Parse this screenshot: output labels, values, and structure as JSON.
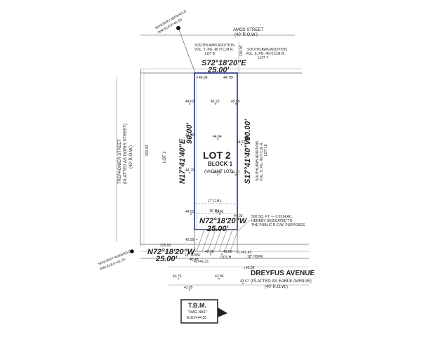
{
  "streets": {
    "amos_name": "AMOS STREET",
    "amos_row": "(40' R.O.W.)",
    "dreyfus_name": "DREYFUS AVENUE",
    "dreyfus_note": "(PLATTED AS EARLE AVENUE)",
    "dreyfus_row": "(40' R.O.W.)",
    "trepagnier_name": "TREPAGNIER STREET",
    "trepagnier_note": "(PLATTED AS DORIS STREET)",
    "trepagnier_row": "(40' R.O.W.)",
    "trepagnier_len": "200.00'"
  },
  "adjacent": {
    "lot8": [
      "SOUTHLAWN ADDITION",
      "VOL. 5, PG. 46 H.C.M.R.",
      "LOT 8"
    ],
    "lot7": [
      "SOUTHLAWN ADDITION",
      "VOL. 5, PG. 46 H.C.M.R.",
      "LOT 7"
    ],
    "lot1": "LOT 1",
    "lot18": [
      "SOUTHLAWN ADDITION",
      "VOL. 5, PG. 46 H.C.M.R.",
      "LOT 18"
    ],
    "offset_top": "100.00'"
  },
  "subject": {
    "lot": "LOT 2",
    "block": "BLOCK 1",
    "status": "(VACANT LOT)",
    "north_bearing": "S72°18'20\"E",
    "north_dist": "25.00'",
    "east_bearing": "S17°41'40\"W",
    "east_dist": "90.00'",
    "west_bearing": "N17°41'40\"E",
    "west_dist": "90.00'",
    "south_bearing": "N72°18'20\"W",
    "south_dist": "25.00'",
    "gbl": "17' G.B.L.",
    "dl": "10' D.L.",
    "flow_row": "FL=41.43",
    "flow_ditch": "FL=41.21",
    "ditch": "DITCH"
  },
  "row_dedication": [
    "500 SQ. FT. — 0.0114 AC.",
    "HEREBY DEDICATED TO",
    "THE PUBLIC R.O.W. PURPOSES"
  ],
  "road": {
    "bearing": "N72°18'20\"W",
    "dist": "25.00'",
    "dist2": "225.00'",
    "hdpe_left": "18\" HDPE",
    "hdpe_right": "18\" HDPE"
  },
  "manholes": {
    "top_label": "SANITARY MANHOLE",
    "top_elev": "RIM ELEV=45.90",
    "bottom_label": "SANITARY MANHOLE",
    "bottom_elev": "RIM ELEV=41.50"
  },
  "elevations": {
    "corner_tl": "44.96",
    "corner_tr": "44.75",
    "r1_left": "44.63",
    "r1_mid": "45.23",
    "r1_right": "45.05",
    "r2_left": "44.90",
    "r2_mid": "44.94",
    "r2_right": "44.57",
    "r3_left": "44.75",
    "r3_mid": "44.92",
    "r3_right": "44.37",
    "r4_left": "44.63",
    "r4_mid": "43.92",
    "r4_right": "44.03",
    "road_a": "42.59",
    "road_b": "43.48",
    "road_c": "42.98",
    "road_d": "43.80",
    "road_e": "43.95",
    "road_f": "43.75",
    "road_g": "43.86",
    "road_h": "43.95",
    "road_i": "43.57"
  },
  "tbm": {
    "title": "T.B.M.",
    "desc": "\"MAG NAIL\"",
    "elev": "ELEV=44.20"
  }
}
